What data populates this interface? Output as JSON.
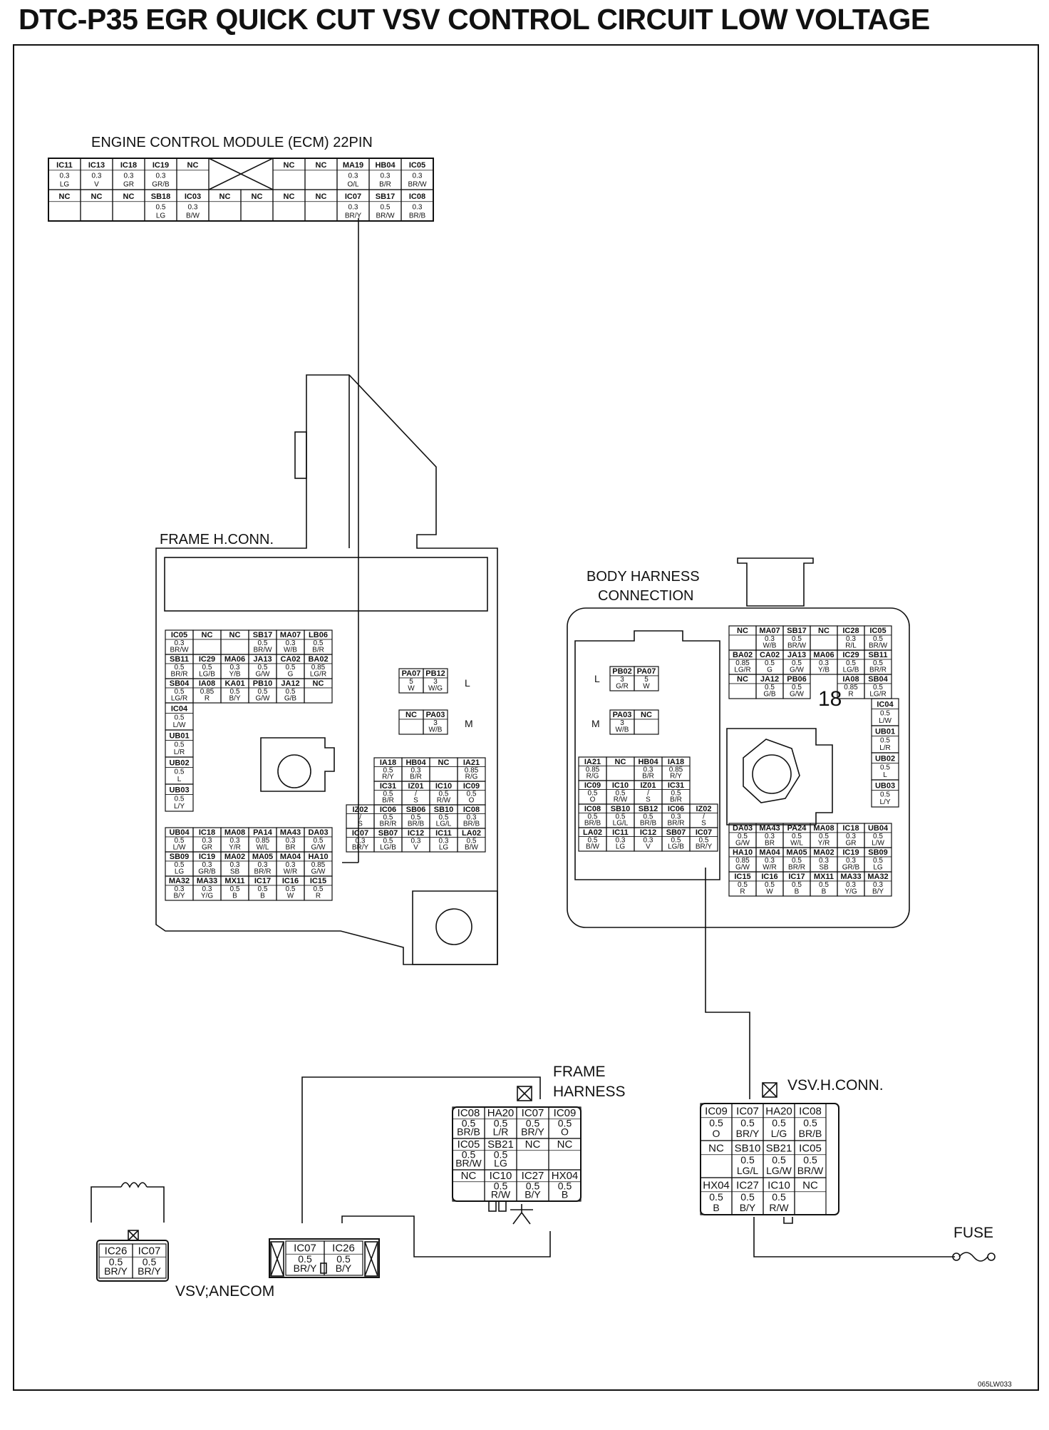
{
  "title": "DTC-P35 EGR QUICK CUT VSV CONTROL CIRCUIT LOW VOLTAGE",
  "code": "065LW033",
  "labels": {
    "ecm": "ENGINE CONTROL MODULE (ECM) 22PIN",
    "frame_hconn": "FRAME H.CONN.",
    "body_harness_1": "BODY HARNESS",
    "body_harness_2": "CONNECTION",
    "frame_harness_1": "FRAME",
    "frame_harness_2": "HARNESS",
    "vsv_hconn": "VSV.H.CONN.",
    "vsv_anecom": "VSV;ANECOM",
    "fuse": "FUSE",
    "l": "L",
    "m": "M",
    "num18": "18"
  },
  "ecm_rows": [
    [
      [
        "IC11",
        "0.3 LG"
      ],
      [
        "IC13",
        "0.3 V"
      ],
      [
        "IC18",
        "0.3 GR"
      ],
      [
        "IC19",
        "0.3 GR/B"
      ],
      [
        "NC",
        ""
      ],
      null,
      null,
      [
        "NC",
        ""
      ],
      [
        "NC",
        ""
      ],
      [
        "MA19",
        "0.3 O/L"
      ],
      [
        "HB04",
        "0.3 B/R"
      ],
      [
        "IC05",
        "0.3 BR/W"
      ]
    ],
    [
      [
        "NC",
        ""
      ],
      [
        "NC",
        ""
      ],
      [
        "NC",
        ""
      ],
      [
        "SB18",
        "0.5 LG"
      ],
      [
        "IC03",
        "0.3 B/W"
      ],
      [
        "NC",
        ""
      ],
      [
        "NC",
        ""
      ],
      [
        "NC",
        ""
      ],
      [
        "NC",
        ""
      ],
      [
        "IC07",
        "0.3 BR/Y"
      ],
      [
        "SB17",
        "0.5 BR/W"
      ],
      [
        "IC08",
        "0.3 BR/B"
      ]
    ]
  ],
  "frame_left_rows": [
    [
      [
        "IC05",
        "0.3 BR/W"
      ],
      [
        "NC",
        ""
      ],
      [
        "NC",
        ""
      ],
      [
        "SB17",
        "0.5 BR/W"
      ],
      [
        "MA07",
        "0.3 W/B"
      ],
      [
        "LB06",
        "0.5 B/R"
      ]
    ],
    [
      [
        "SB11",
        "0.5 BR/R"
      ],
      [
        "IC29",
        "0.5 LG/B"
      ],
      [
        "MA06",
        "0.3 Y/B"
      ],
      [
        "JA13",
        "0.5 G/W"
      ],
      [
        "CA02",
        "0.5 G"
      ],
      [
        "BA02",
        "0.85 LG/R"
      ]
    ],
    [
      [
        "SB04",
        "0.5 LG/R"
      ],
      [
        "IA08",
        "0.85 R"
      ],
      [
        "KA01",
        "0.5 B/Y"
      ],
      [
        "PB10",
        "0.5 G/W"
      ],
      [
        "JA12",
        "0.5 G/B"
      ],
      [
        "NC",
        ""
      ]
    ]
  ],
  "frame_col": [
    [
      "IC04",
      "0.5 L/W"
    ],
    [
      "UB01",
      "0.5 L/R"
    ],
    [
      "UB02",
      "0.5 L"
    ],
    [
      "UB03",
      "0.5 L/Y"
    ]
  ],
  "frame_bottom_rows": [
    [
      [
        "UB04",
        "0.5 L/W"
      ],
      [
        "IC18",
        "0.3 GR"
      ],
      [
        "MA08",
        "0.3 Y/R"
      ],
      [
        "PA14",
        "0.85 W/L"
      ],
      [
        "MA43",
        "0.3 BR"
      ],
      [
        "DA03",
        "0.5 G/W"
      ]
    ],
    [
      [
        "SB09",
        "0.5 LG"
      ],
      [
        "IC19",
        "0.3 GR/B"
      ],
      [
        "MA02",
        "0.3 SB"
      ],
      [
        "MA05",
        "0.3 BR/R"
      ],
      [
        "MA04",
        "0.3 W/R"
      ],
      [
        "HA10",
        "0.85 G/W"
      ]
    ],
    [
      [
        "MA32",
        "0.3 B/Y"
      ],
      [
        "MA33",
        "0.3 Y/G"
      ],
      [
        "MX11",
        "0.5 B"
      ],
      [
        "IC17",
        "0.5 B"
      ],
      [
        "IC16",
        "0.5 W"
      ],
      [
        "IC15",
        "0.5 R"
      ]
    ]
  ],
  "frame_right_rows": [
    [
      null,
      [
        "IA18",
        "0.5 R/Y"
      ],
      [
        "HB04",
        "0.3 B/R"
      ],
      [
        "NC",
        ""
      ],
      [
        "IA21",
        "0.85 R/G"
      ]
    ],
    [
      null,
      [
        "IC31",
        "0.5 B/R"
      ],
      [
        "IZ01",
        "/ S"
      ],
      [
        "IC10",
        "0.5 R/W"
      ],
      [
        "IC09",
        "0.5 O"
      ]
    ],
    [
      [
        "IZ02",
        "/ S"
      ],
      [
        "IC06",
        "0.5 BR/R"
      ],
      [
        "SB06",
        "0.5 BR/B"
      ],
      [
        "SB10",
        "0.5 LG/L"
      ],
      [
        "IC08",
        "0.3 BR/B"
      ]
    ],
    [
      [
        "IC07",
        "0.3 BR/Y"
      ],
      [
        "SB07",
        "0.5 LG/B"
      ],
      [
        "IC12",
        "0.3 V"
      ],
      [
        "IC11",
        "0.3 LG"
      ],
      [
        "LA02",
        "0.5 B/W"
      ]
    ]
  ],
  "frame_l": [
    [
      "PA07",
      "5 W"
    ],
    [
      "PB12",
      "3 W/G"
    ]
  ],
  "frame_m": [
    [
      "NC",
      ""
    ],
    [
      "PA03",
      "3 W/B"
    ]
  ],
  "body_top_rows": [
    [
      [
        "NC",
        ""
      ],
      [
        "MA07",
        "0.3 W/B"
      ],
      [
        "SB17",
        "0.5 BR/W"
      ],
      [
        "NC",
        ""
      ],
      [
        "IC28",
        "0.3 R/L"
      ],
      [
        "IC05",
        "0.5 BR/W"
      ]
    ],
    [
      [
        "BA02",
        "0.85 LG/R"
      ],
      [
        "CA02",
        "0.5 G"
      ],
      [
        "JA13",
        "0.5 G/W"
      ],
      [
        "MA06",
        "0.3 Y/B"
      ],
      [
        "IC29",
        "0.5 LG/B"
      ],
      [
        "SB11",
        "0.5 BR/R"
      ]
    ],
    [
      [
        "NC",
        ""
      ],
      [
        "JA12",
        "0.5 G/B"
      ],
      [
        "PB06",
        "0.5 G/W"
      ],
      null,
      [
        "IA08",
        "0.85 R"
      ],
      [
        "SB04",
        "0.5 LG/R"
      ]
    ]
  ],
  "body_col": [
    [
      "IC04",
      "0.5 L/W"
    ],
    [
      "UB01",
      "0.5 L/R"
    ],
    [
      "UB02",
      "0.5 L"
    ],
    [
      "UB03",
      "0.5 L/Y"
    ]
  ],
  "body_bottom_rows": [
    [
      [
        "DA03",
        "0.5 G/W"
      ],
      [
        "MA43",
        "0.3 BR"
      ],
      [
        "PA24",
        "0.5 W/L"
      ],
      [
        "MA08",
        "0.5 Y/R"
      ],
      [
        "IC18",
        "0.3 GR"
      ],
      [
        "UB04",
        "0.5 L/W"
      ]
    ],
    [
      [
        "HA10",
        "0.85 G/W"
      ],
      [
        "MA04",
        "0.3 W/R"
      ],
      [
        "MA05",
        "0.5 BR/R"
      ],
      [
        "MA02",
        "0.3 SB"
      ],
      [
        "IC19",
        "0.3 GR/B"
      ],
      [
        "SB09",
        "0.5 LG"
      ]
    ],
    [
      [
        "IC15",
        "0.5 R"
      ],
      [
        "IC16",
        "0.5 W"
      ],
      [
        "IC17",
        "0.5 B"
      ],
      [
        "MX11",
        "0.5 B"
      ],
      [
        "MA33",
        "0.3 Y/G"
      ],
      [
        "MA32",
        "0.3 B/Y"
      ]
    ]
  ],
  "body_left_rows": [
    [
      [
        "IA21",
        "0.85 R/G"
      ],
      [
        "NC",
        ""
      ],
      [
        "HB04",
        "0.3 B/R"
      ],
      [
        "IA18",
        "0.85 R/Y"
      ],
      null
    ],
    [
      [
        "IC09",
        "0.5 O"
      ],
      [
        "IC10",
        "0.5 R/W"
      ],
      [
        "IZ01",
        "/ S"
      ],
      [
        "IC31",
        "0.5 B/R"
      ],
      null
    ],
    [
      [
        "IC08",
        "0.5 BR/B"
      ],
      [
        "SB10",
        "0.5 LG/L"
      ],
      [
        "SB12",
        "0.5 BR/B"
      ],
      [
        "IC06",
        "0.3 BR/R"
      ],
      [
        "IZ02",
        "/ S"
      ]
    ],
    [
      [
        "LA02",
        "0.5 B/W"
      ],
      [
        "IC11",
        "0.3 LG"
      ],
      [
        "IC12",
        "0.3 V"
      ],
      [
        "SB07",
        "0.5 LG/B"
      ],
      [
        "IC07",
        "0.5 BR/Y"
      ]
    ]
  ],
  "body_l": [
    [
      "PB02",
      "3 G/R"
    ],
    [
      "PA07",
      "5 W"
    ]
  ],
  "body_m": [
    [
      "PA03",
      "3 W/B"
    ],
    [
      "NC",
      ""
    ]
  ],
  "fh_rows": [
    [
      [
        "IC08",
        "0.5 BR/B"
      ],
      [
        "HA20",
        "0.5 L/R"
      ],
      [
        "IC07",
        "0.5 BR/Y"
      ],
      [
        "IC09",
        "0.5 O"
      ]
    ],
    [
      [
        "IC05",
        "0.5 BR/W"
      ],
      [
        "SB21",
        "0.5 LG"
      ],
      [
        "NC",
        ""
      ],
      [
        "NC",
        ""
      ]
    ],
    [
      [
        "NC",
        ""
      ],
      [
        "IC10",
        "0.5 R/W"
      ],
      [
        "IC27",
        "0.5 B/Y"
      ],
      [
        "HX04",
        "0.5 B"
      ]
    ]
  ],
  "vsvh_rows": [
    [
      [
        "IC09",
        "0.5 O"
      ],
      [
        "IC07",
        "0.5 BR/Y"
      ],
      [
        "HA20",
        "0.5 L/G"
      ],
      [
        "IC08",
        "0.5 BR/B"
      ]
    ],
    [
      [
        "NC",
        ""
      ],
      [
        "SB10",
        "0.5 LG/L"
      ],
      [
        "SB21",
        "0.5 LG/W"
      ],
      [
        "IC05",
        "0.5 BR/W"
      ]
    ],
    [
      [
        "HX04",
        "0.5 B"
      ],
      [
        "IC27",
        "0.5 B/Y"
      ],
      [
        "IC10",
        "0.5 R/W"
      ],
      [
        "NC",
        ""
      ]
    ]
  ],
  "vsv_rows": [
    [
      [
        "IC26",
        "0.5 BR/Y"
      ],
      [
        "IC07",
        "0.5 BR/Y"
      ]
    ]
  ],
  "mid_rows": [
    [
      [
        "IC07",
        "0.5 BR/Y"
      ],
      [
        "IC26",
        "0.5 B/Y"
      ]
    ]
  ]
}
